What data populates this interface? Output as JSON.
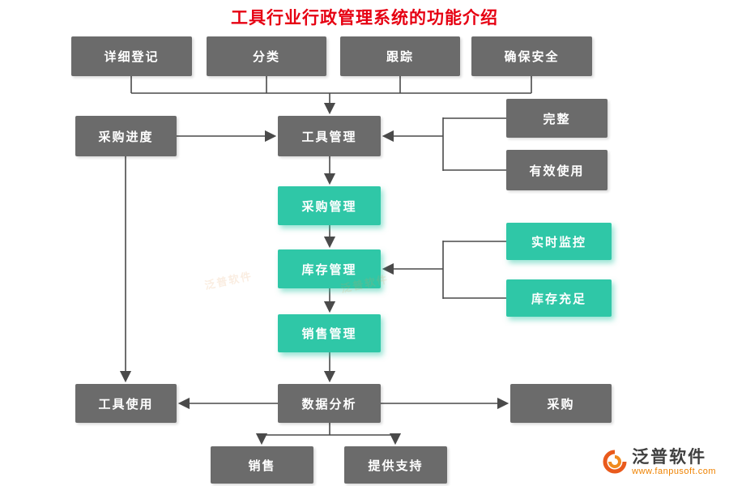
{
  "title": "工具行业行政管理系统的功能介绍",
  "nodes": {
    "detail_registration": {
      "label": "详细登记"
    },
    "classification": {
      "label": "分类"
    },
    "tracking": {
      "label": "跟踪"
    },
    "ensure_safety": {
      "label": "确保安全"
    },
    "purchase_progress": {
      "label": "采购进度"
    },
    "tool_management": {
      "label": "工具管理"
    },
    "complete": {
      "label": "完整"
    },
    "effective_use": {
      "label": "有效使用"
    },
    "purchase_management": {
      "label": "采购管理"
    },
    "inventory_management": {
      "label": "库存管理"
    },
    "realtime_monitoring": {
      "label": "实时监控"
    },
    "sufficient_inventory": {
      "label": "库存充足"
    },
    "sales_management": {
      "label": "销售管理"
    },
    "data_analysis": {
      "label": "数据分析"
    },
    "tool_usage": {
      "label": "工具使用"
    },
    "purchase": {
      "label": "采购"
    },
    "sales": {
      "label": "销售"
    },
    "support": {
      "label": "提供支持"
    }
  },
  "watermark": {
    "text": "泛普软件"
  },
  "logo": {
    "brand": "泛普软件",
    "url": "www.fanpusoft.com"
  },
  "colors": {
    "gray_node": "#6b6b6b",
    "teal_node": "#2fc7a7",
    "title": "#e60012",
    "connector": "#4a4a4a",
    "logo_orange": "#e95a1c",
    "logo_orange2": "#f08b1f",
    "logo_text": "#3f3f3f",
    "url_orange": "#ef8200",
    "watermark": "#e49a52"
  }
}
